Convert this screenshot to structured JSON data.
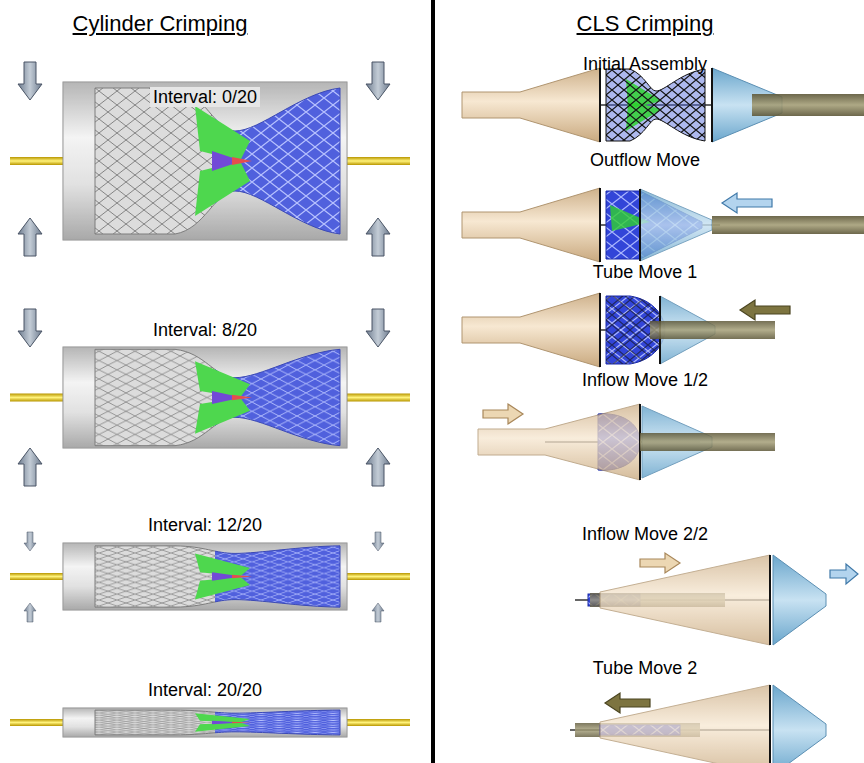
{
  "diagram": {
    "labels": [
      "Cylinder Crimping",
      "Interval: 0/20",
      "Interval: 8/20",
      "Interval: 12/20",
      "Interval: 20/20",
      "CLS Crimping",
      "Initial Assembly",
      "Outflow Move",
      "Tube Move 1",
      "Inflow Move 1/2",
      "Inflow Move 2/2",
      "Tube Move 2"
    ]
  }
}
